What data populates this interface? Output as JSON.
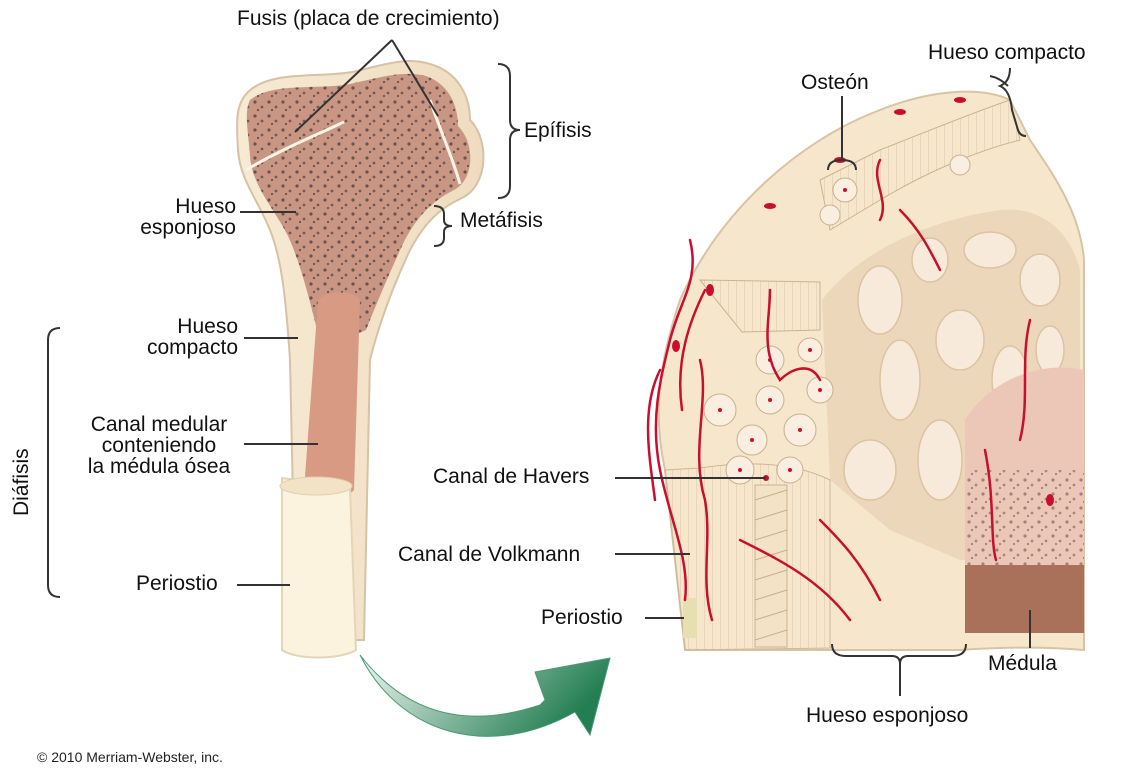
{
  "labels": {
    "fusis": "Fusis (placa de crecimiento)",
    "epifisis": "Epífisis",
    "metafisis": "Metáfisis",
    "hueso_esponjoso_left": [
      "Hueso",
      "esponjoso"
    ],
    "hueso_compacto_left": [
      "Hueso",
      "compacto"
    ],
    "canal_medular": [
      "Canal medular",
      "conteniendo",
      "la médula ósea"
    ],
    "diafisis": "Diáfisis",
    "periostio_left": "Periostio",
    "osteon": "Osteón",
    "hueso_compacto_right": "Hueso compacto",
    "canal_havers": "Canal de Havers",
    "canal_volkmann": "Canal de Volkmann",
    "periostio_right": "Periostio",
    "medula": "Médula",
    "hueso_esponjoso_right": "Hueso esponjoso"
  },
  "copyright": "© 2010 Merriam-Webster, inc.",
  "colors": {
    "bone_cream": "#f5e6cc",
    "spongy_fill": "#c9957f",
    "marrow_fill": "#d99a84",
    "vessel_red": "#c8102e",
    "arrow_green": "#2e8a5c",
    "medula_brown": "#a9705a"
  }
}
